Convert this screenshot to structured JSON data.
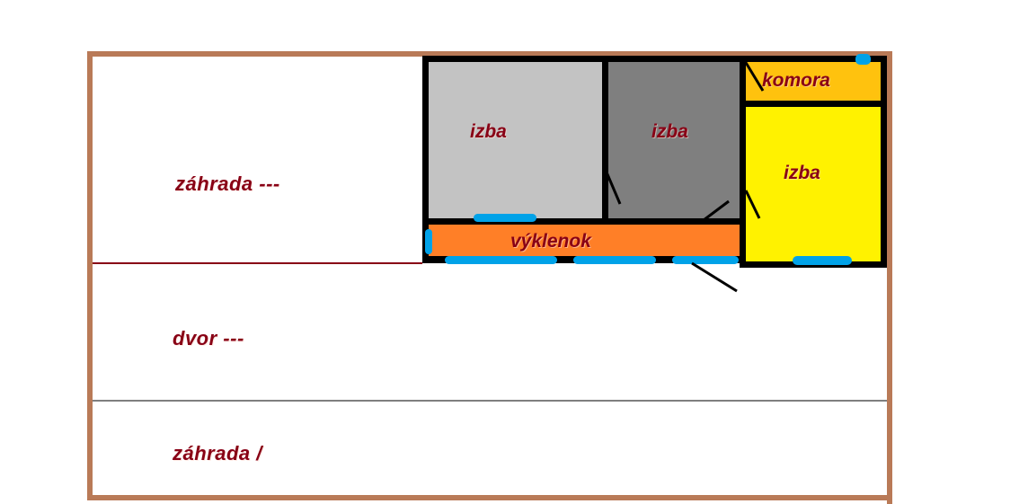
{
  "drawing": {
    "type": "floor-plan-sketch",
    "areas": {
      "garden_top": {
        "label": "záhrada ---"
      },
      "yard": {
        "label": "dvor ---"
      },
      "garden_bottom": {
        "label": "záhrada /"
      }
    },
    "plan": {
      "rooms": [
        {
          "id": "room-left",
          "label": "izba",
          "color": "#C3C3C3"
        },
        {
          "id": "room-middle",
          "label": "izba",
          "color": "#7F7F7F"
        },
        {
          "id": "pantry",
          "label": "komora",
          "color": "#FFC20E"
        },
        {
          "id": "room-right",
          "label": "izba",
          "color": "#FFF200"
        },
        {
          "id": "alcove",
          "label": "výklenok",
          "color": "#FF7F27"
        }
      ],
      "wall_color": "#000000",
      "window_color": "#00A2E8",
      "window_count": 7,
      "door_mark_count": 5
    },
    "colors": {
      "outer_border": "#B97A57",
      "label_text": "#880015",
      "divider_red": "#880015",
      "divider_gray": "#7F7F7F",
      "background": "#FFFFFF"
    }
  }
}
